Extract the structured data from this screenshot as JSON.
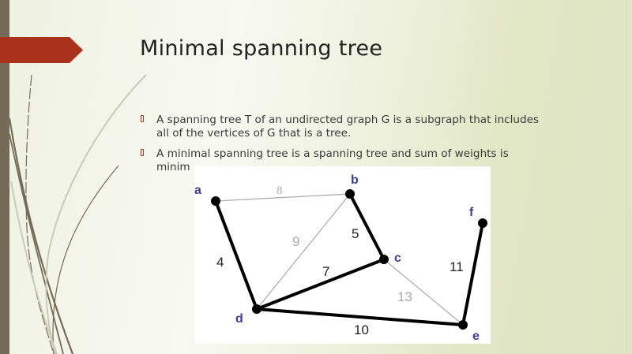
{
  "slide": {
    "title": "Minimal spanning tree",
    "bullets": [
      {
        "line1": "A spanning tree T of an undirected graph G is a subgraph that includes",
        "line2": "all of the vertices of G that is a tree."
      },
      {
        "line1": "A minimal spanning tree is a spanning tree and sum of weights is",
        "line2": "minim"
      }
    ],
    "colors": {
      "accent_arrow": "#a8321a",
      "left_bar": "#756a55",
      "node_label": "#3b3f9a",
      "tree_edge": "#000000",
      "non_tree_edge": "#aaaaaa"
    }
  },
  "graph": {
    "nodes": [
      {
        "id": "a",
        "label": "a"
      },
      {
        "id": "b",
        "label": "b"
      },
      {
        "id": "c",
        "label": "c"
      },
      {
        "id": "d",
        "label": "d"
      },
      {
        "id": "e",
        "label": "e"
      },
      {
        "id": "f",
        "label": "f"
      }
    ],
    "edges": [
      {
        "from": "a",
        "to": "b",
        "weight": "8",
        "in_tree": false
      },
      {
        "from": "a",
        "to": "d",
        "weight": "4",
        "in_tree": true
      },
      {
        "from": "b",
        "to": "d",
        "weight": "9",
        "in_tree": false
      },
      {
        "from": "b",
        "to": "c",
        "weight": "5",
        "in_tree": true
      },
      {
        "from": "d",
        "to": "c",
        "weight": "7",
        "in_tree": true
      },
      {
        "from": "c",
        "to": "e",
        "weight": "13",
        "in_tree": false
      },
      {
        "from": "d",
        "to": "e",
        "weight": "10",
        "in_tree": true
      },
      {
        "from": "e",
        "to": "f",
        "weight": "11",
        "in_tree": true
      }
    ]
  }
}
